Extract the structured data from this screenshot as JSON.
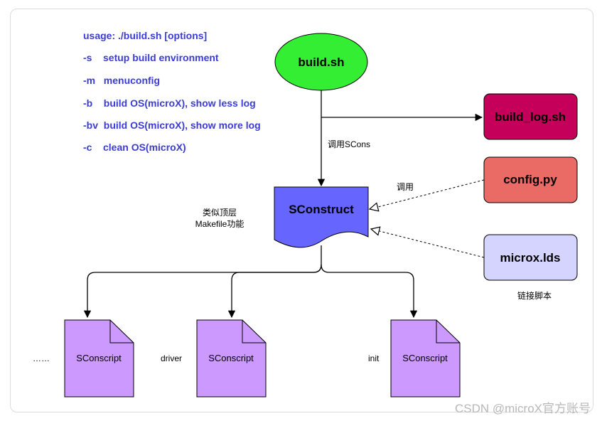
{
  "usage": {
    "lines": [
      "usage: ./build.sh [options]",
      "-s    setup build environment",
      "-m   menuconfig",
      "-b    build OS(microX), show less log",
      "-bv  build OS(microX), show more log",
      "-c    clean OS(microX)"
    ]
  },
  "nodes": {
    "build_sh": "build.sh",
    "build_log": "build_log.sh",
    "config_py": "config.py",
    "microx_lds": "microx.lds",
    "sconstruct": "SConstruct",
    "sconscript": "SConscript"
  },
  "labels": {
    "call_scons": "调用SCons",
    "call": "调用",
    "makefile_line1": "类似顶层",
    "makefile_line2": "Makefile功能",
    "link_script": "链接脚本",
    "dots": "……",
    "driver": "driver",
    "init": "init"
  },
  "watermark": "CSDN @microX官方账号",
  "colors": {
    "build_sh_fill": "#33ee33",
    "build_log_fill": "#c4005a",
    "config_py_fill": "#ea6b66",
    "microx_lds_fill": "#d4d4ff",
    "sconstruct_fill": "#6666ff",
    "sconscript_fill": "#cc99ff",
    "usage_text": "#3b3bd6"
  }
}
